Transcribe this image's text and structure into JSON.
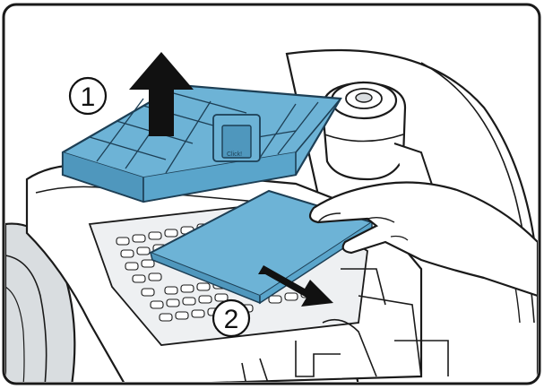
{
  "diagram": {
    "steps": [
      {
        "label": "1",
        "action": "lift-frame"
      },
      {
        "label": "2",
        "action": "pull-out-filter"
      }
    ],
    "frame_text": "Click!",
    "colors": {
      "filter_fill": "#6db3d6",
      "filter_fill_dark": "#4f97bd",
      "filter_stroke": "#1d3f55",
      "outline": "#1a1a1a",
      "body_fill": "#ffffff",
      "shade": "#d9dde0",
      "arrow": "#111111"
    },
    "icons": [
      "up-arrow-icon",
      "diagonal-arrow-icon",
      "hand-icon"
    ]
  }
}
